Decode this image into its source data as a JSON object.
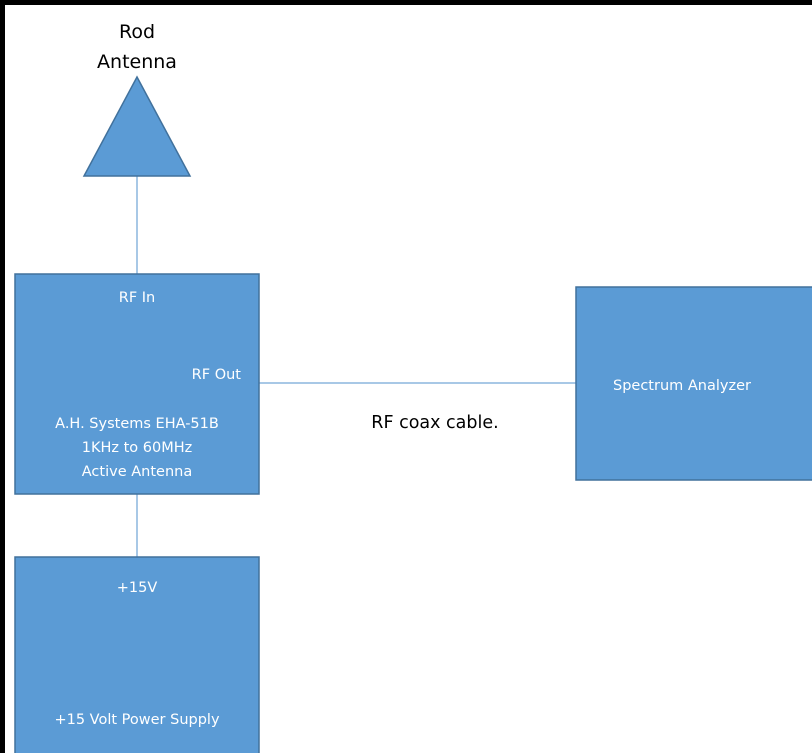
{
  "colors": {
    "box_fill": "#5b9bd5",
    "box_stroke": "#41719c",
    "connector": "#a8c8e6",
    "frame": "#000000",
    "text_dark": "#000000",
    "text_light": "#ffffff"
  },
  "antenna": {
    "label_line1": "Rod",
    "label_line2": "Antenna"
  },
  "active_antenna": {
    "port_in": "RF In",
    "port_out": "RF Out",
    "desc_line1": "A.H. Systems EHA-51B",
    "desc_line2": "1KHz to 60MHz",
    "desc_line3": "Active Antenna"
  },
  "power_supply": {
    "voltage": "+15V",
    "name": "+15 Volt Power Supply"
  },
  "spectrum_analyzer": {
    "name": "Spectrum Analyzer"
  },
  "cable": {
    "label": "RF coax cable."
  }
}
